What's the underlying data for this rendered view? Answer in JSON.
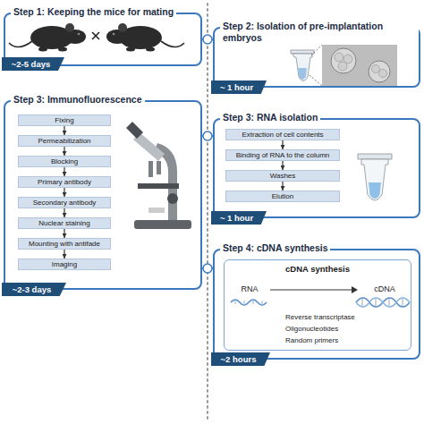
{
  "diagram": {
    "nodes": [
      {
        "text": [
          "Step 1: Keeping the mice for mating"
        ]
      },
      {
        "text": [
          "~2-5 days"
        ],
        "in": 0
      },
      {
        "text": [
          "Step 2: Isolation of pre-implantation embryos"
        ]
      },
      {
        "text": [
          "~ 1 hour"
        ],
        "in": 2
      },
      {
        "text": [
          "Step 3: Immunofluorescence"
        ]
      },
      {
        "text": [
          "Fixing"
        ],
        "in": 4
      },
      {
        "text": [
          "Permeabilization"
        ],
        "in": 4
      },
      {
        "text": [
          "Blocking"
        ],
        "in": 4
      },
      {
        "text": [
          "Primary antibody"
        ],
        "in": 4
      },
      {
        "text": [
          "Secondary antibody"
        ],
        "in": 4
      },
      {
        "text": [
          "Nuclear staining"
        ],
        "in": 4
      },
      {
        "text": [
          "Mounting with antifade"
        ],
        "in": 4
      },
      {
        "text": [
          "Imaging"
        ],
        "in": 4
      },
      {
        "text": [
          "~2-3 days"
        ],
        "in": 4
      },
      {
        "text": [
          "Step 3: RNA isolation"
        ]
      },
      {
        "text": [
          "Extraction of cell contents"
        ],
        "in": 14
      },
      {
        "text": [
          "Binding of RNA to the column"
        ],
        "in": 14
      },
      {
        "text": [
          "Washes"
        ],
        "in": 14
      },
      {
        "text": [
          "Elution"
        ],
        "in": 14
      },
      {
        "text": [
          "~ 1 hour"
        ],
        "in": 14
      },
      {
        "text": [
          "Step 4: cDNA synthesis"
        ]
      },
      {
        "text": [
          "cDNA synthesis",
          "RNA",
          "cDNA",
          "Reverse transcriptase",
          "Oligonucleotides",
          "Random primers"
        ],
        "in": 20
      },
      {
        "text": [
          "~2 hours"
        ],
        "in": 20
      }
    ],
    "edges": [
      {
        "from": 5,
        "to": 6,
        "arrow": "to"
      },
      {
        "from": 6,
        "to": 7,
        "arrow": "to"
      },
      {
        "from": 7,
        "to": 8,
        "arrow": "to"
      },
      {
        "from": 8,
        "to": 9,
        "arrow": "to"
      },
      {
        "from": 9,
        "to": 10,
        "arrow": "to"
      },
      {
        "from": 10,
        "to": 11,
        "arrow": "to"
      },
      {
        "from": 11,
        "to": 12,
        "arrow": "to"
      },
      {
        "from": 15,
        "to": 16,
        "arrow": "to"
      },
      {
        "from": 16,
        "to": 17,
        "arrow": "to"
      },
      {
        "from": 17,
        "to": 18,
        "arrow": "to"
      }
    ]
  }
}
